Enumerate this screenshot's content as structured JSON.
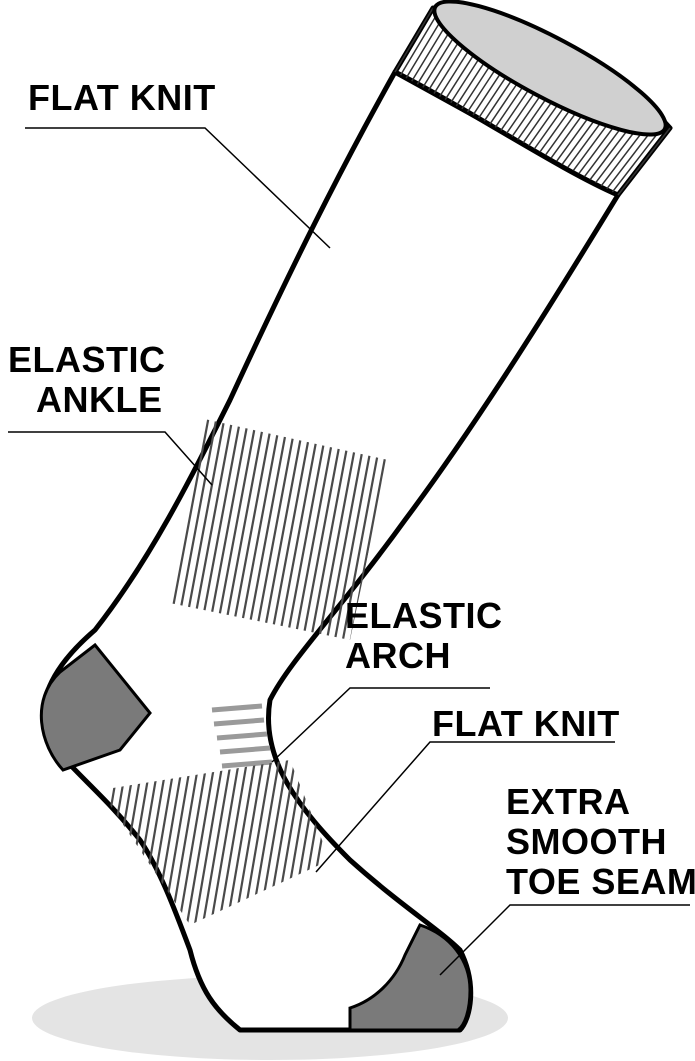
{
  "labels": {
    "flat_knit_top": [
      "FLAT KNIT"
    ],
    "elastic_ankle": [
      "ELASTIC",
      "ANKLE"
    ],
    "elastic_arch": [
      "ELASTIC",
      "ARCH"
    ],
    "flat_knit_foot": [
      "FLAT KNIT"
    ],
    "toe_seam": [
      "EXTRA",
      "SMOOTH",
      "TOE SEAM"
    ]
  },
  "colors": {
    "outline": "#000000",
    "sock_fill": "#ffffff",
    "accent_gray": "#7a7a7a",
    "rib_stroke": "#4a4a4a",
    "shadow": "#e4e4e4",
    "arch_band": "#9a9a9a"
  }
}
